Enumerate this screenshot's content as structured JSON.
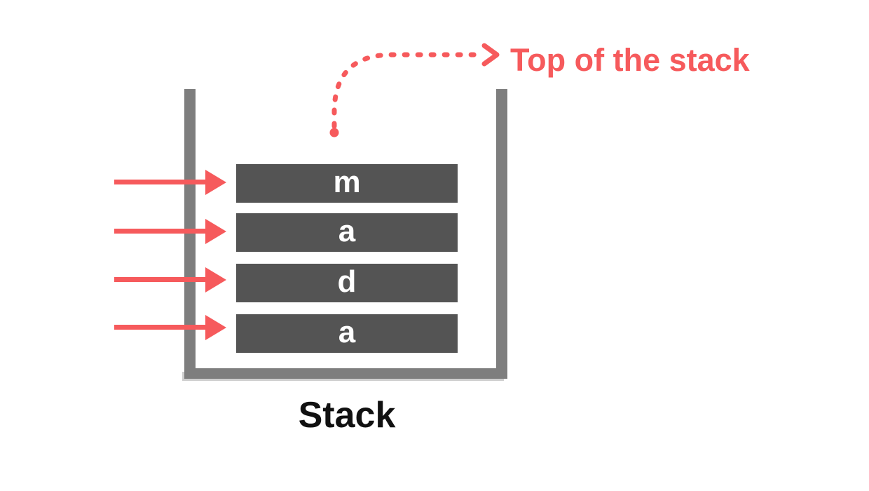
{
  "diagram": {
    "title": "Stack",
    "top_label": "Top of the stack",
    "items": [
      {
        "label": "m"
      },
      {
        "label": "a"
      },
      {
        "label": "d"
      },
      {
        "label": "a"
      }
    ],
    "icons": {
      "top_pointer": "dotted-curved-arrow",
      "push": "right-arrow"
    },
    "colors": {
      "accent_red": "#F65A5C",
      "bar_gray": "#545454",
      "wall_gray": "#7E7E7E",
      "text_black": "#111111",
      "item_text": "#FFFFFF",
      "background": "#FFFFFF"
    }
  }
}
